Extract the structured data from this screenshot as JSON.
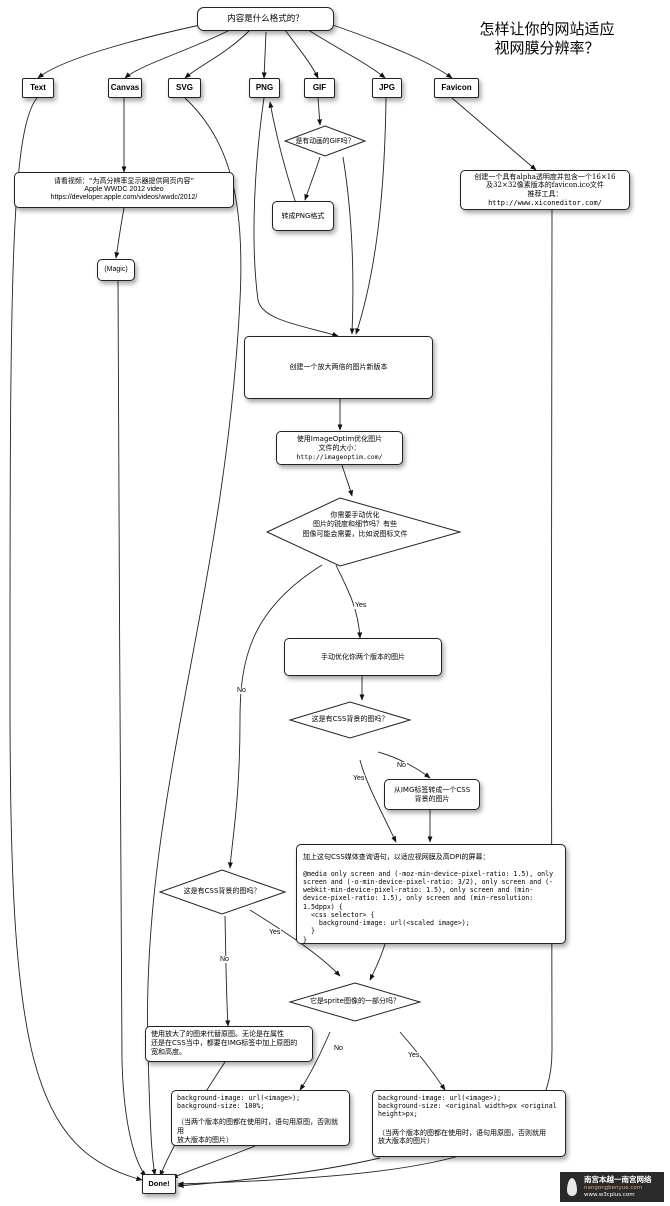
{
  "page_title": "怎样让你的网站适应\n视网膜分辨率？",
  "root_question": "内容是什么格式的？",
  "formats": [
    "Text",
    "Canvas",
    "SVG",
    "PNG",
    "GIF",
    "JPG",
    "Favicon"
  ],
  "video_box": {
    "line1": "请看视频：“为高分辨率显示器提供网页内容”",
    "line2": "Apple WWDC 2012 video",
    "line3": "https://developer.apple.com/videos/wwdc/2012/"
  },
  "magic": "(Magic)",
  "gif_question": "是有动画的GIF吗？",
  "convert_png": "转成PNG格式",
  "favicon_box": {
    "line1": "创建一个具有alpha透明度并包含一个16×16",
    "line2": "及32×32像素版本的favicon.ico文件",
    "line3": "推荐工具：",
    "line4": "http://www.xiconeditor.com/"
  },
  "double_size": "创建一个放大两倍的图片新版本",
  "imageoptim": {
    "line1": "使用ImageOptim优化图片",
    "line2": "文件的大小：",
    "line3": "http://imageoptim.com/"
  },
  "manual_question": {
    "line1": "你需要手动优化",
    "line2": "图片的锐度和细节吗？有些",
    "line3": "图像可能会需要，比如说图标文件"
  },
  "manual_opt": "手动优化你两个版本的图片",
  "css_bg_question_1": "这是有CSS背景的图吗？",
  "img_to_css": "从IMG标签转成一个CSS\n背景的图片",
  "media_query": {
    "heading": "加上这句CSS媒体查询语句，以适应视网膜及高DPI的屏幕：",
    "code": "@media only screen and (-moz-min-device-pixel-ratio: 1.5), only screen and (-o-min-device-pixel-ratio: 3/2), only screen and (-webkit-min-device-pixel-ratio: 1.5), only screen and (min-device-pixel-ratio: 1.5), only screen and (min-resolution: 1.5dppx) {\n  <css selector> {\n    background-image: url(<scaled image>);\n  }\n}"
  },
  "css_bg_question_2": "这是有CSS背景的图吗？",
  "sprite_question": "它是sprite图像的一部分吗？",
  "replace_box": "使用放大了的图来代替原图。无论是在属性\n还是在CSS当中，都要在IMG标签中加上原图的\n宽和高度。",
  "bg_size_box": {
    "code": "background-image: url(<image>);\nbackground-size: 100%;",
    "note": "（当两个版本的图都在使用时，语句用原图，否则就用\n放大版本的图片）"
  },
  "bg_sprite_box": {
    "code": "background-image: url(<image>);\nbackground-size: <original width>px <original height>px;",
    "note": "（当两个版本的图都在使用时，语句用原图，否则就用\n放大版本的图片）"
  },
  "done": "Done!",
  "labels": {
    "no": "No",
    "yes": "Yes"
  },
  "watermark": {
    "line1": "南宫本越一南宫网络",
    "line2": "nangongbenyue.com",
    "line3": "www.w3cplus.com"
  }
}
